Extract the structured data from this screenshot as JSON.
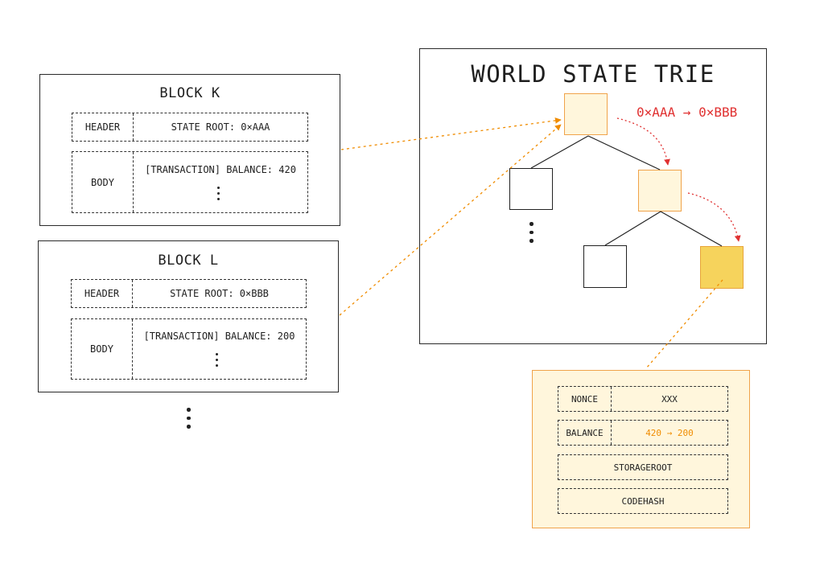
{
  "blocks": [
    {
      "title": "BLOCK K",
      "header_label": "HEADER",
      "state_root": "STATE ROOT: 0×AAA",
      "body_label": "BODY",
      "transaction": "[TRANSACTION] BALANCE: 420"
    },
    {
      "title": "BLOCK L",
      "header_label": "HEADER",
      "state_root": "STATE ROOT: 0×BBB",
      "body_label": "BODY",
      "transaction": "[TRANSACTION] BALANCE: 200"
    }
  ],
  "trie": {
    "title": "WORLD STATE TRIE",
    "hash_change": "0×AAA → 0×BBB"
  },
  "account": {
    "nonce_label": "NONCE",
    "nonce_value": "XXX",
    "balance_label": "BALANCE",
    "balance_value": "420 → 200",
    "storage_root": "STORAGEROOT",
    "code_hash": "CODEHASH"
  },
  "colors": {
    "path_fill": "#fff6dc",
    "path_stroke": "#f0a34a",
    "leaf_fill": "#f6d35c",
    "change_red": "#e03131",
    "link_orange": "#f08c00"
  }
}
